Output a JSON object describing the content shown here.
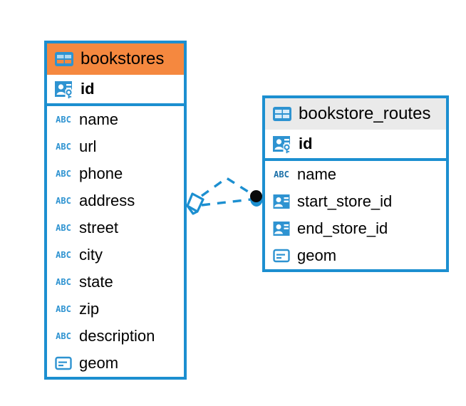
{
  "diagram": {
    "title": "Database entity relationship diagram",
    "colors": {
      "border": "#1C8FD0",
      "accent_header": "#F5883F",
      "neutral_header": "#EAEAEA",
      "icon_blue": "#2E93D1",
      "connector": "#1C8FD0",
      "endpoint": "#000000",
      "canvas": "#FFFFFF"
    },
    "entities": [
      {
        "name": "bookstores",
        "header_style": "accent",
        "header_icon": "table-icon",
        "fields": [
          {
            "label": "id",
            "icon": "primary-key-icon",
            "type": "pk"
          },
          {
            "label": "name",
            "icon": "abc-icon",
            "type": "text"
          },
          {
            "label": "url",
            "icon": "abc-icon",
            "type": "text"
          },
          {
            "label": "phone",
            "icon": "abc-icon",
            "type": "text"
          },
          {
            "label": "address",
            "icon": "abc-icon",
            "type": "text"
          },
          {
            "label": "street",
            "icon": "abc-icon",
            "type": "text"
          },
          {
            "label": "city",
            "icon": "abc-icon",
            "type": "text"
          },
          {
            "label": "state",
            "icon": "abc-icon",
            "type": "text"
          },
          {
            "label": "zip",
            "icon": "abc-icon",
            "type": "text"
          },
          {
            "label": "description",
            "icon": "abc-icon",
            "type": "text"
          },
          {
            "label": "geom",
            "icon": "geometry-icon",
            "type": "geom"
          }
        ]
      },
      {
        "name": "bookstore_routes",
        "header_style": "neutral",
        "header_icon": "table-icon",
        "fields": [
          {
            "label": "id",
            "icon": "primary-key-icon",
            "type": "pk"
          },
          {
            "label": "name",
            "icon": "abc-icon",
            "type": "text"
          },
          {
            "label": "start_store_id",
            "icon": "foreign-key-icon",
            "type": "fk"
          },
          {
            "label": "end_store_id",
            "icon": "foreign-key-icon",
            "type": "fk"
          },
          {
            "label": "geom",
            "icon": "geometry-icon",
            "type": "geom"
          }
        ]
      }
    ],
    "relationship": {
      "name": "bookstores-to-bookstore-routes",
      "style": "dashed",
      "source_marker": "diamond-marker",
      "target_marker": "filled-circle-marker"
    }
  }
}
